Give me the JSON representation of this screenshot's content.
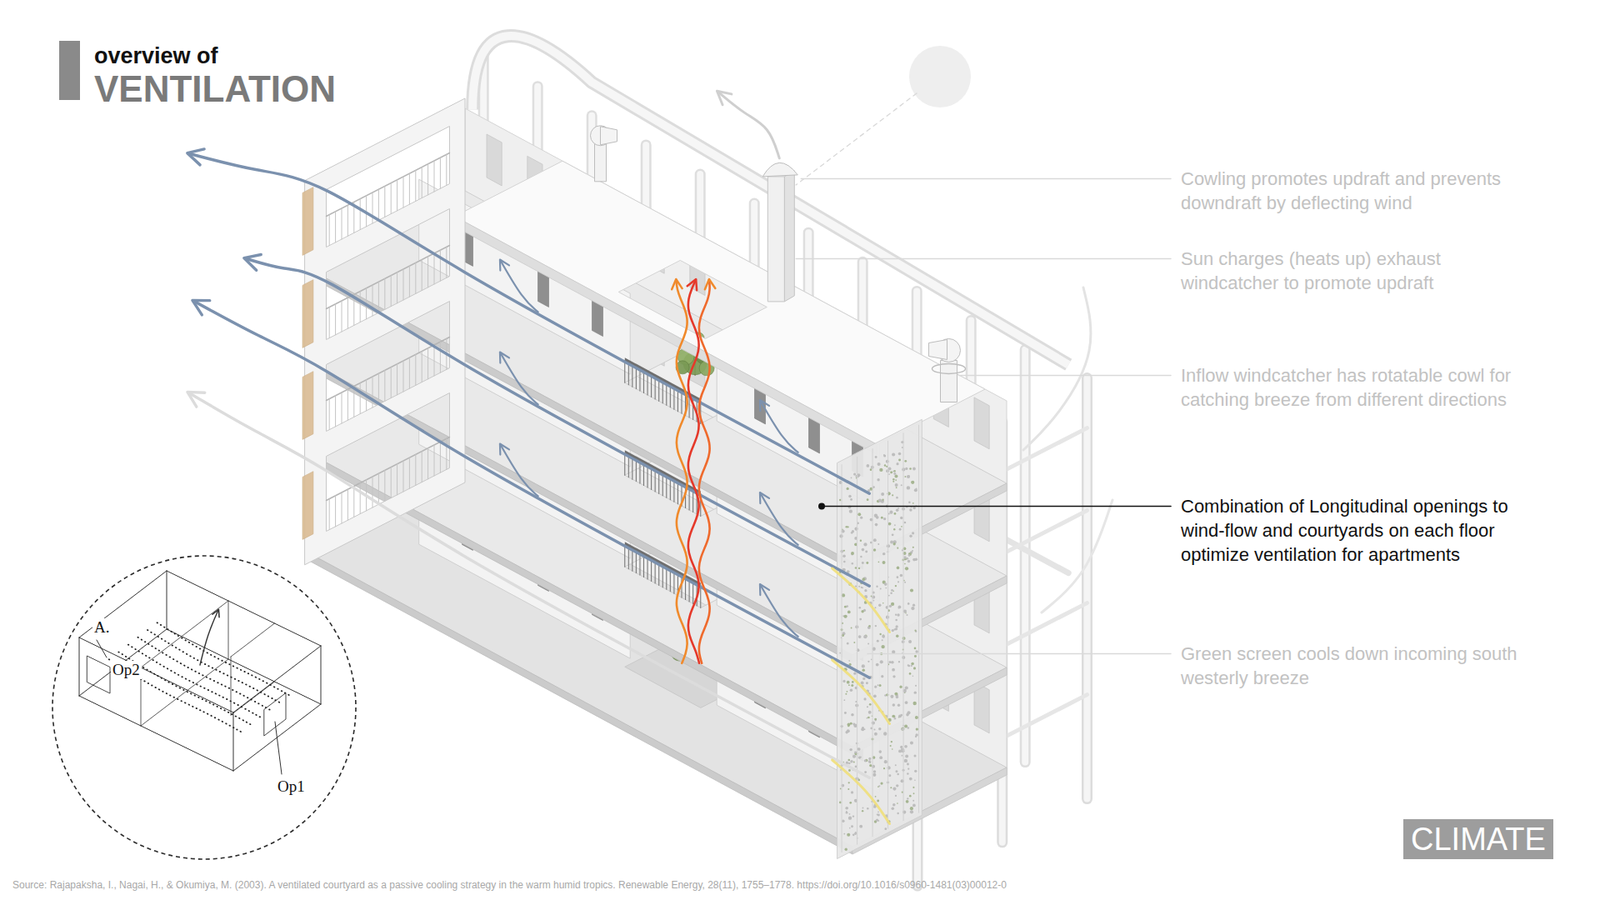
{
  "diagram": {
    "title": "overview of VENTILATION",
    "caption": "Source: Rajapaksha, I., Nagai, H., & Okumiya, M. (2003). A ventilated courtyard as a passive cooling strategy in the warm humid tropics. Renewable Energy, 28(11), 1755–1778. https://doi.org/10.1016/s0960-1481(03)00012-0",
    "nodes": [
      {
        "text": [
          "A.",
          "Op2",
          "Op1"
        ]
      },
      {
        "text": [
          "CLIMATE"
        ]
      }
    ],
    "labels": [
      "Cowling promotes updraft and prevents downdraft by deflecting wind",
      "Sun charges (heats up) exhaust windcatcher to promote updraft",
      "Inflow windcatcher has rotatable cowl for catching breeze from different directions",
      "Combination of Longitudinal openings to wind-flow and courtyards on each floor optimize ventilation for apartments",
      "Green screen cools down incoming south westerly breeze"
    ]
  }
}
